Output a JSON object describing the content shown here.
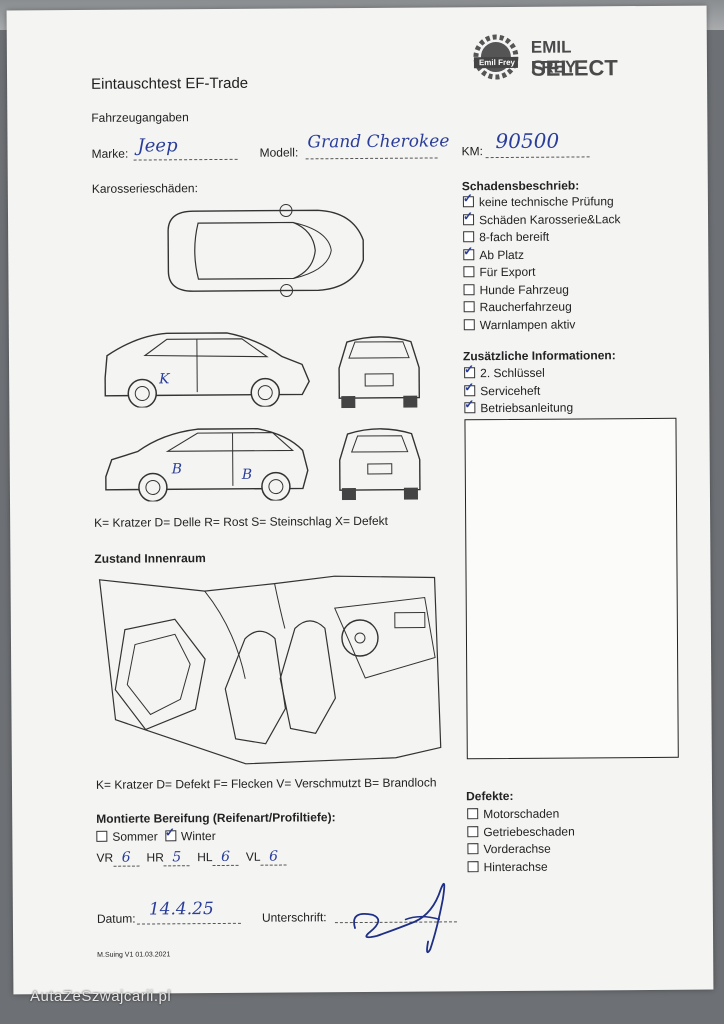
{
  "header": {
    "title": "Eintauschtest EF-Trade",
    "brand_top": "EMIL FREY",
    "brand_bottom": "SELECT",
    "badge_text": "Emil Frey"
  },
  "vehicle": {
    "section": "Fahrzeugangaben",
    "make_label": "Marke:",
    "make_value": "Jeep",
    "model_label": "Modell:",
    "model_value": "Grand Cherokee",
    "km_label": "KM:",
    "km_value": "90500"
  },
  "body": {
    "section": "Karosserieschäden:",
    "legend": "K= Kratzer D= Delle R= Rost S= Steinschlag X= Defekt",
    "marks": [
      "K",
      "B",
      "B"
    ]
  },
  "interior": {
    "section": "Zustand Innenraum",
    "legend": "K= Kratzer D= Defekt F= Flecken V= Verschmutzt B= Brandloch"
  },
  "damage": {
    "title": "Schadensbeschrieb:",
    "items": [
      {
        "label": "keine technische Prüfung",
        "checked": true
      },
      {
        "label": "Schäden Karosserie&Lack",
        "checked": true
      },
      {
        "label": "8-fach bereift",
        "checked": false
      },
      {
        "label": "Ab Platz",
        "checked": true
      },
      {
        "label": "Für Export",
        "checked": false
      },
      {
        "label": "Hunde Fahrzeug",
        "checked": false
      },
      {
        "label": "Raucherfahrzeug",
        "checked": false
      },
      {
        "label": "Warnlampen aktiv",
        "checked": false
      }
    ]
  },
  "extra": {
    "title": "Zusätzliche Informationen:",
    "items": [
      {
        "label": "2. Schlüssel",
        "checked": true
      },
      {
        "label": "Serviceheft",
        "checked": true
      },
      {
        "label": "Betriebsanleitung",
        "checked": true
      }
    ]
  },
  "tires": {
    "title": "Montierte Bereifung (Reifenart/Profiltiefe):",
    "summer_label": "Sommer",
    "summer_checked": false,
    "winter_label": "Winter",
    "winter_checked": true,
    "vr_label": "VR",
    "vr_value": "6",
    "hr_label": "HR",
    "hr_value": "5",
    "hl_label": "HL",
    "hl_value": "6",
    "vl_label": "VL",
    "vl_value": "6"
  },
  "defects": {
    "title": "Defekte:",
    "items": [
      {
        "label": "Motorschaden",
        "checked": false
      },
      {
        "label": "Getriebeschaden",
        "checked": false
      },
      {
        "label": "Vorderachse",
        "checked": false
      },
      {
        "label": "Hinterachse",
        "checked": false
      }
    ]
  },
  "footer": {
    "date_label": "Datum:",
    "date_value": "14.4.25",
    "signature_label": "Unterschrift:",
    "version": "M.Suing V1 01.03.2021",
    "watermark": "AutaZeSzwajcarii.pl"
  }
}
